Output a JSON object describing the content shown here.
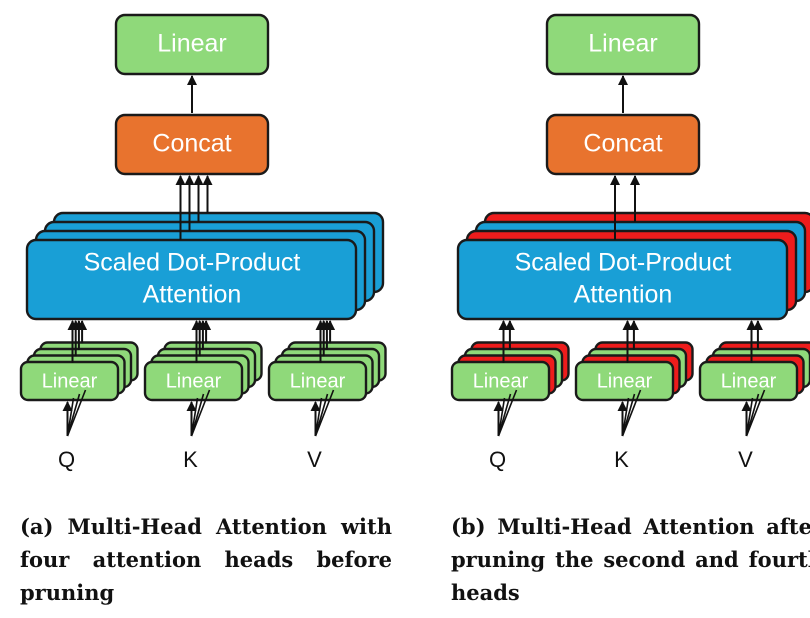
{
  "colors": {
    "linear_fill": "#8fd97a",
    "linear_stroke": "#1a1a1a",
    "concat_fill": "#e8732e",
    "attention_fill": "#199fd6",
    "pruned_fill": "#ee1c1c",
    "text_on_box": "#ffffff",
    "arrow": "#111111"
  },
  "panels": [
    {
      "id": "a",
      "top_linear_label": "Linear",
      "concat_label": "Concat",
      "attention_label_line1": "Scaled Dot-Product",
      "attention_label_line2": "Attention",
      "input_linear_label": "Linear",
      "inputs": [
        "Q",
        "K",
        "V"
      ],
      "heads": [
        {
          "index": 1,
          "pruned": false
        },
        {
          "index": 2,
          "pruned": false
        },
        {
          "index": 3,
          "pruned": false
        },
        {
          "index": 4,
          "pruned": false
        }
      ],
      "caption": "(a) Multi-Head Attention with four attention heads before pruning"
    },
    {
      "id": "b",
      "top_linear_label": "Linear",
      "concat_label": "Concat",
      "attention_label_line1": "Scaled Dot-Product",
      "attention_label_line2": "Attention",
      "input_linear_label": "Linear",
      "inputs": [
        "Q",
        "K",
        "V"
      ],
      "heads": [
        {
          "index": 1,
          "pruned": false
        },
        {
          "index": 2,
          "pruned": true
        },
        {
          "index": 3,
          "pruned": false
        },
        {
          "index": 4,
          "pruned": true
        }
      ],
      "caption": "(b) Multi-Head Attention after pruning the second and fourth heads"
    }
  ]
}
